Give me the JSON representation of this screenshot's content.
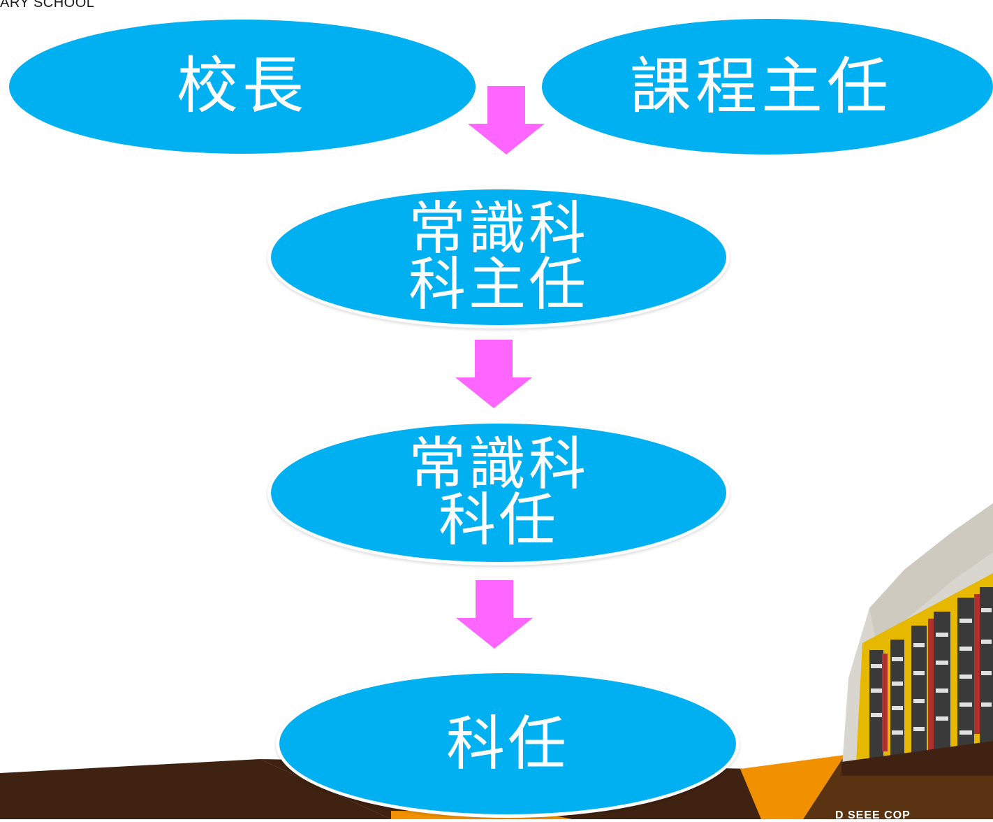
{
  "header": {
    "text": "ARY SCHOOL"
  },
  "nodes": {
    "principal": "校長",
    "curriculum_head": "課程主任",
    "gs_panel_head": {
      "line1": "常識科",
      "line2": "科主任"
    },
    "gs_subject_teacher": {
      "line1": "常識科",
      "line2": "科任"
    },
    "subject_teacher": "科任"
  },
  "footer": {
    "text": "D SEEE  COP"
  },
  "colors": {
    "ellipse_fill": "#00b0f0",
    "arrow_fill": "#ff66ff",
    "band_dark_brown": "#3f2211",
    "band_orange": "#f29100",
    "band_brown": "#5a3412"
  }
}
